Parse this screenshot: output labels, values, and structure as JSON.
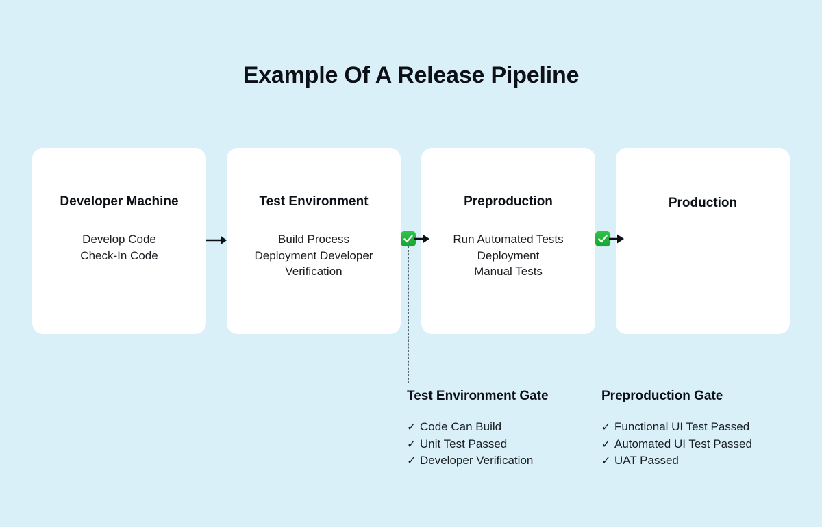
{
  "page": {
    "title": "Example Of A Release Pipeline",
    "background_color": "#d9f0f9",
    "card_color": "#ffffff",
    "text_color": "#111418",
    "badge_color": "#1fb233"
  },
  "stages": [
    {
      "name": "Developer Machine",
      "activities": [
        "Develop Code",
        "Check-In Code"
      ]
    },
    {
      "name": "Test Environment",
      "activities": [
        "Build Process",
        "Deployment Developer",
        "Verification"
      ]
    },
    {
      "name": "Preproduction",
      "activities": [
        "Run Automated Tests",
        "Deployment",
        "Manual Tests"
      ]
    },
    {
      "name": "Production",
      "activities": []
    }
  ],
  "connectors": [
    {
      "type": "arrow",
      "from": "Developer Machine",
      "to": "Test Environment",
      "icon": "arrow-right-icon"
    },
    {
      "type": "gate-arrow",
      "from": "Test Environment",
      "to": "Preproduction",
      "icon": "green-check-badge-icon"
    },
    {
      "type": "gate-arrow",
      "from": "Preproduction",
      "to": "Production",
      "icon": "green-check-badge-icon"
    }
  ],
  "gates": [
    {
      "title": "Test Environment Gate",
      "check_glyph": "✓",
      "criteria": [
        "Code Can Build",
        "Unit Test Passed",
        "Developer Verification"
      ]
    },
    {
      "title": "Preproduction Gate",
      "check_glyph": "✓",
      "criteria": [
        "Functional UI Test Passed",
        "Automated UI Test Passed",
        "UAT Passed"
      ]
    }
  ]
}
